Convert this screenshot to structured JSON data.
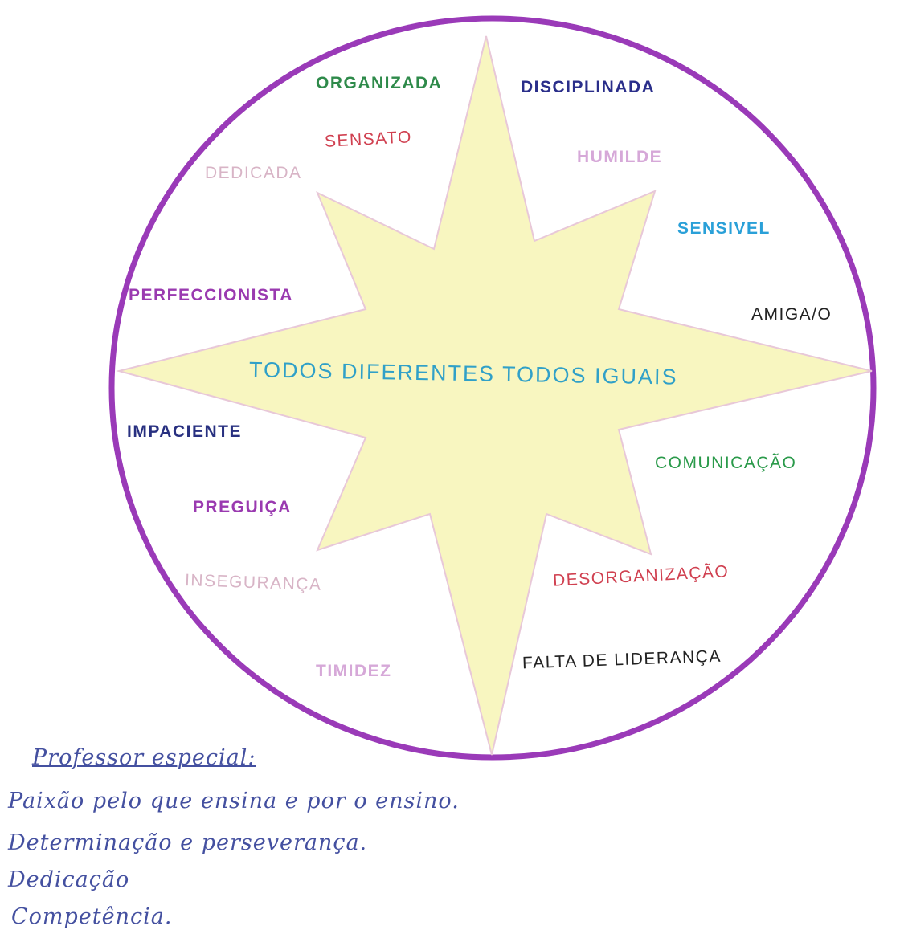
{
  "center_text": "TODOS DIFERENTES TODOS IGUAIS",
  "labels": [
    {
      "text": "ORGANIZADA",
      "color": "#2e8a4a"
    },
    {
      "text": "DISCIPLINADA",
      "color": "#2a2e8a"
    },
    {
      "text": "SENSATO",
      "color": "#d04050"
    },
    {
      "text": "HUMILDE",
      "color": "#d6a8d8"
    },
    {
      "text": "DEDICADA",
      "color": "#d8b4c6"
    },
    {
      "text": "SENSIVEL",
      "color": "#2aa0d8"
    },
    {
      "text": "PERFECCIONISTA",
      "color": "#9a3ab0"
    },
    {
      "text": "AMIGA/O",
      "color": "#222222"
    },
    {
      "text": "IMPACIENTE",
      "color": "#283080"
    },
    {
      "text": "COMUNICAÇÃO",
      "color": "#2a9a4a"
    },
    {
      "text": "PREGUIÇA",
      "color": "#9a3ab0"
    },
    {
      "text": "INSEGURANÇA",
      "color": "#d8b4c6"
    },
    {
      "text": "DESORGANIZAÇÃO",
      "color": "#d04050"
    },
    {
      "text": "TIMIDEZ",
      "color": "#d6a8d8"
    },
    {
      "text": "FALTA DE LIDERANÇA",
      "color": "#222222"
    }
  ],
  "notes": {
    "title": "Professor especial:",
    "lines": [
      "Paixão pelo que ensina e por o ensino.",
      "Determinação e perseverança.",
      "Dedicação",
      "Competência."
    ]
  },
  "colors": {
    "circle": "#9a3ab8",
    "star": "#f8f6c0",
    "star_edge": "#e8c8d8",
    "center_text": "#30a0c8",
    "ink": "#4450a0"
  }
}
